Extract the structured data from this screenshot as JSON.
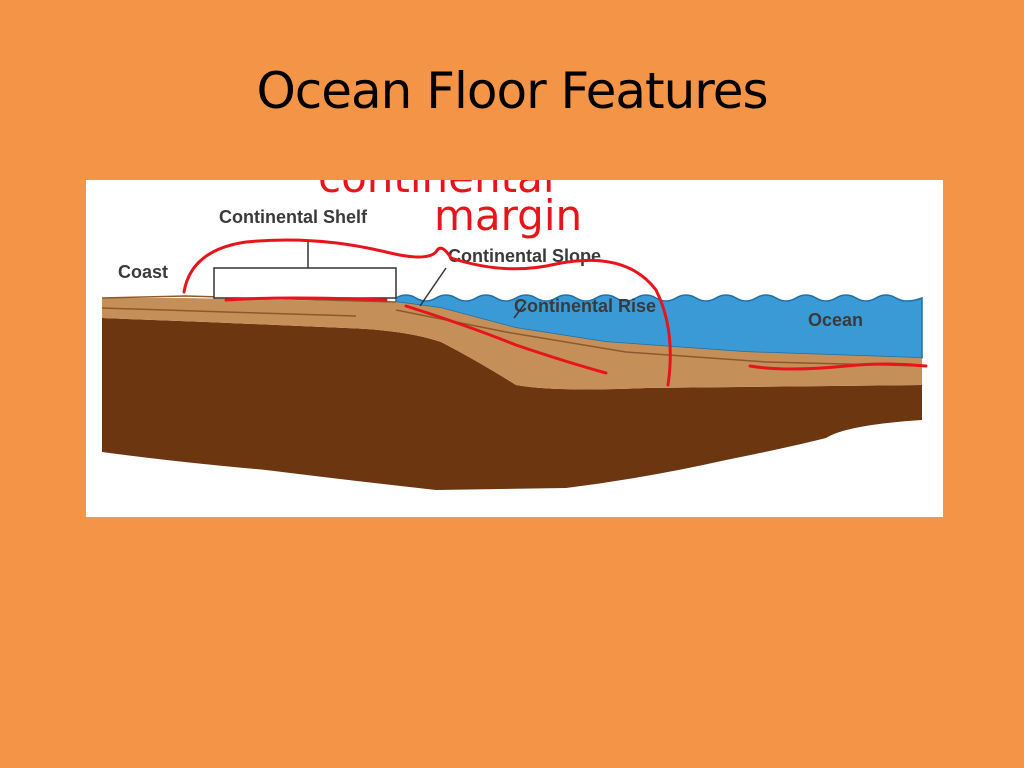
{
  "slide": {
    "title": "Ocean Floor Features"
  },
  "diagram": {
    "labels": {
      "continental_shelf": "Continental Shelf",
      "coast": "Coast",
      "continental_slope": "Continental Slope",
      "continental_rise": "Continental Rise",
      "ocean": "Ocean"
    },
    "annotation": {
      "line1": "continental",
      "line2": "margin",
      "color": "#e8141c"
    },
    "colors": {
      "background": "#F49446",
      "water": "#3a9ad6",
      "sediment": "#c58f5a",
      "bedrock": "#6b3610"
    }
  }
}
